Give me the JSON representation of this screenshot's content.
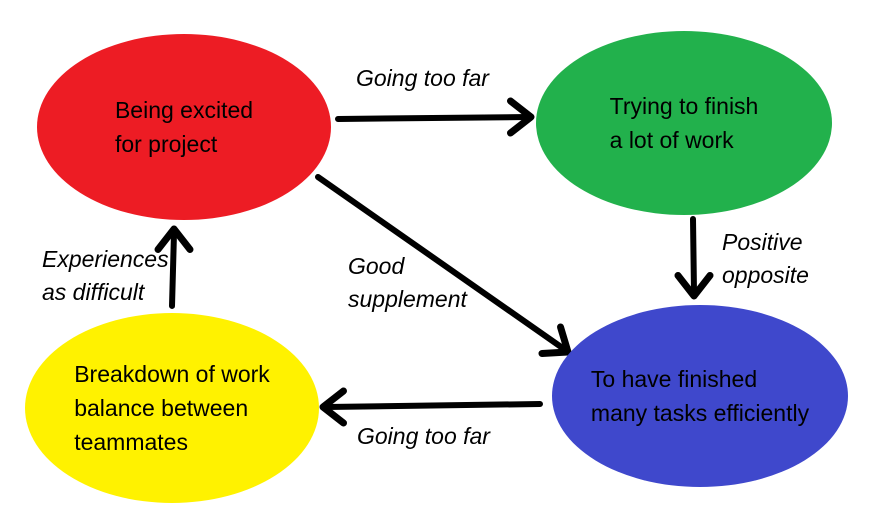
{
  "canvas": {
    "background_color": "#ffffff"
  },
  "nodes": [
    {
      "id": "being-excited",
      "label": "Being excited\nfor project",
      "color": "#ed1c24",
      "text_color": "#000000"
    },
    {
      "id": "trying-to-finish",
      "label": "Trying to finish\na lot of work",
      "color": "#22b14c",
      "text_color": "#000000"
    },
    {
      "id": "breakdown-of-work",
      "label": "Breakdown of work\nbalance between\nteammates",
      "color": "#fff200",
      "text_color": "#000000"
    },
    {
      "id": "finished-tasks",
      "label": "To have finished\nmany tasks efficiently",
      "color": "#3f48cc",
      "text_color": "#000000"
    }
  ],
  "edges": [
    {
      "id": "excited-to-trying",
      "from": "being-excited",
      "to": "trying-to-finish",
      "label": "Going too far"
    },
    {
      "id": "trying-to-finished",
      "from": "trying-to-finish",
      "to": "finished-tasks",
      "label": "Positive\nopposite"
    },
    {
      "id": "excited-to-finished",
      "from": "being-excited",
      "to": "finished-tasks",
      "label": "Good\nsupplement"
    },
    {
      "id": "finished-to-breakdown",
      "from": "finished-tasks",
      "to": "breakdown-of-work",
      "label": "Going too far"
    },
    {
      "id": "breakdown-to-excited",
      "from": "breakdown-of-work",
      "to": "being-excited",
      "label": "Experiences\nas difficult"
    }
  ],
  "arrow_color": "#000000"
}
